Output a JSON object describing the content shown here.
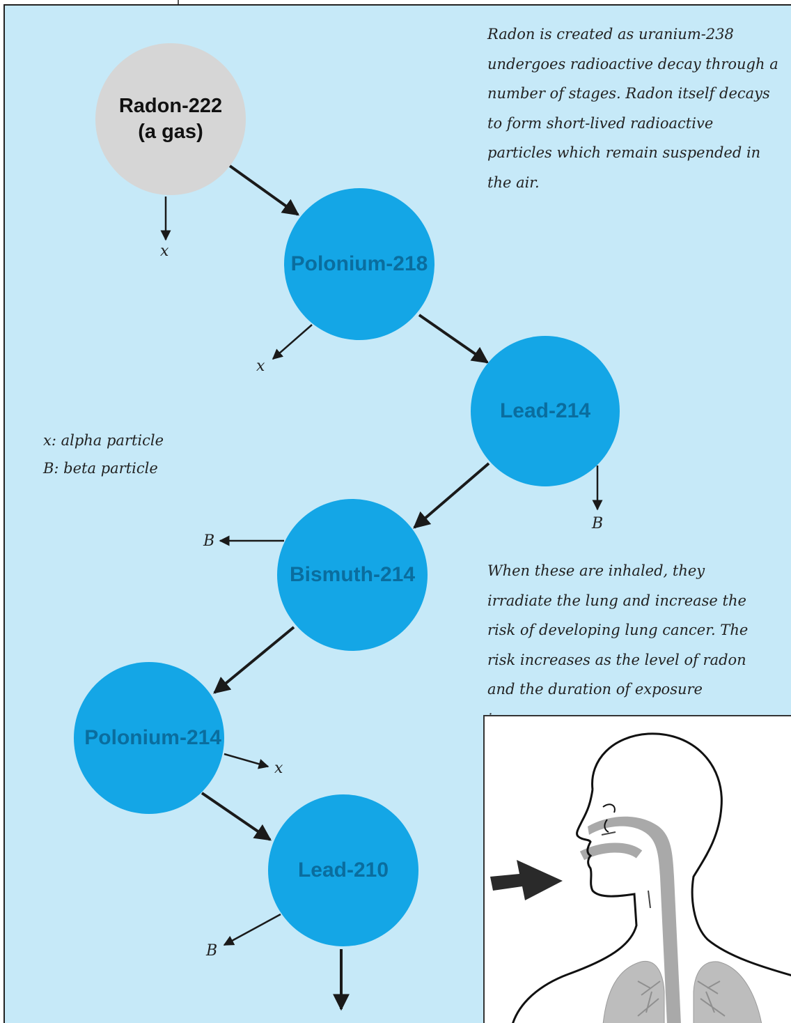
{
  "diagram": {
    "nodes": {
      "radon_222": {
        "line1": "Radon-222",
        "line2": "(a gas)"
      },
      "polonium_218": "Polonium-218",
      "lead_214": "Lead-214",
      "bismuth_214": "Bismuth-214",
      "polonium_214": "Polonium-214",
      "lead_210": "Lead-210"
    },
    "emissions": {
      "alpha": "x",
      "beta": "B"
    },
    "legend": {
      "alpha": "x: alpha particle",
      "beta": "B: beta particle"
    },
    "text": {
      "intro": "Radon is created as uranium-238 undergoes radioactive decay through a number of stages. Radon itself decays to form short-lived radioactive particles which remain suspended in the air.",
      "risk": "When these are inhaled, they irradiate the lung and increase the risk of developing lung cancer. The risk increases as the level of radon and the duration of exposure increases."
    },
    "colors": {
      "background": "#c6e9f8",
      "decay_product": "#14a6e6",
      "radon": "#d6d6d6",
      "arrow": "#1a1a1a"
    }
  }
}
